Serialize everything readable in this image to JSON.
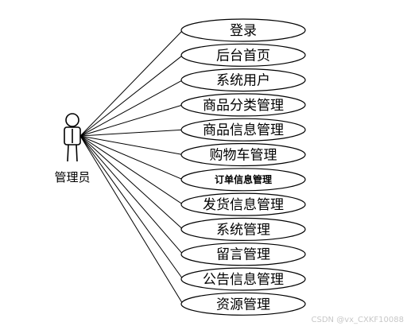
{
  "actor": {
    "label": "管理员",
    "icon": "stick-figure-icon"
  },
  "use_cases": [
    {
      "label": "登录",
      "small": false
    },
    {
      "label": "后台首页",
      "small": false
    },
    {
      "label": "系统用户",
      "small": false
    },
    {
      "label": "商品分类管理",
      "small": false
    },
    {
      "label": "商品信息管理",
      "small": false
    },
    {
      "label": "购物车管理",
      "small": false
    },
    {
      "label": "订单信息管理",
      "small": true
    },
    {
      "label": "发货信息管理",
      "small": false
    },
    {
      "label": "系统管理",
      "small": false
    },
    {
      "label": "留言管理",
      "small": false
    },
    {
      "label": "公告信息管理",
      "small": false
    },
    {
      "label": "资源管理",
      "small": false
    }
  ],
  "watermark": "CSDN @vx_CXKF10088",
  "colors": {
    "stroke": "#000000",
    "fill": "#ffffff",
    "watermark": "#c8c8c8"
  }
}
